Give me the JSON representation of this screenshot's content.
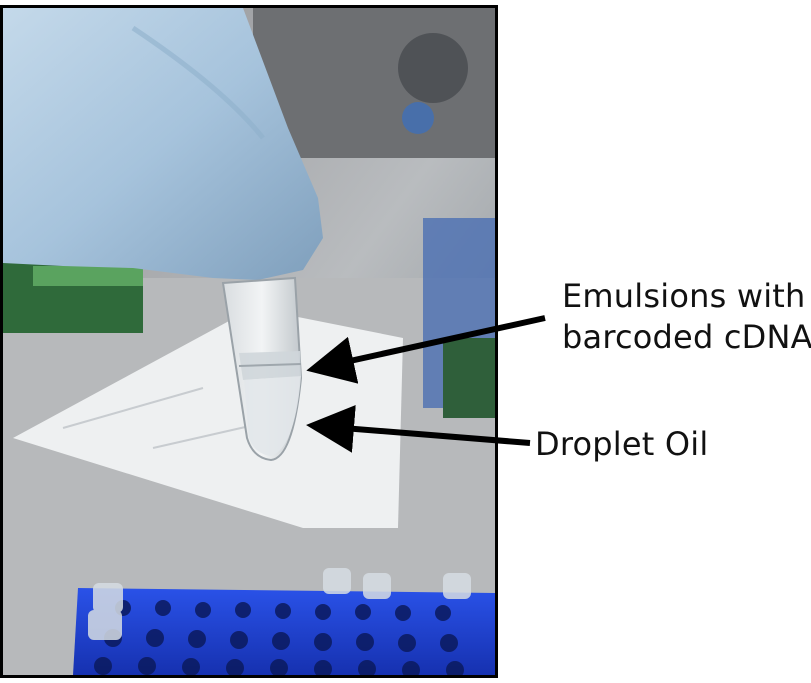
{
  "annotations": {
    "emulsion_line1": "Emulsions with",
    "emulsion_line2": "barcoded cDNA",
    "oil": "Droplet Oil"
  },
  "colors": {
    "glove": "#a9c6de",
    "rack": "#1d3fd6",
    "arrow": "#000000",
    "border": "#000000"
  }
}
